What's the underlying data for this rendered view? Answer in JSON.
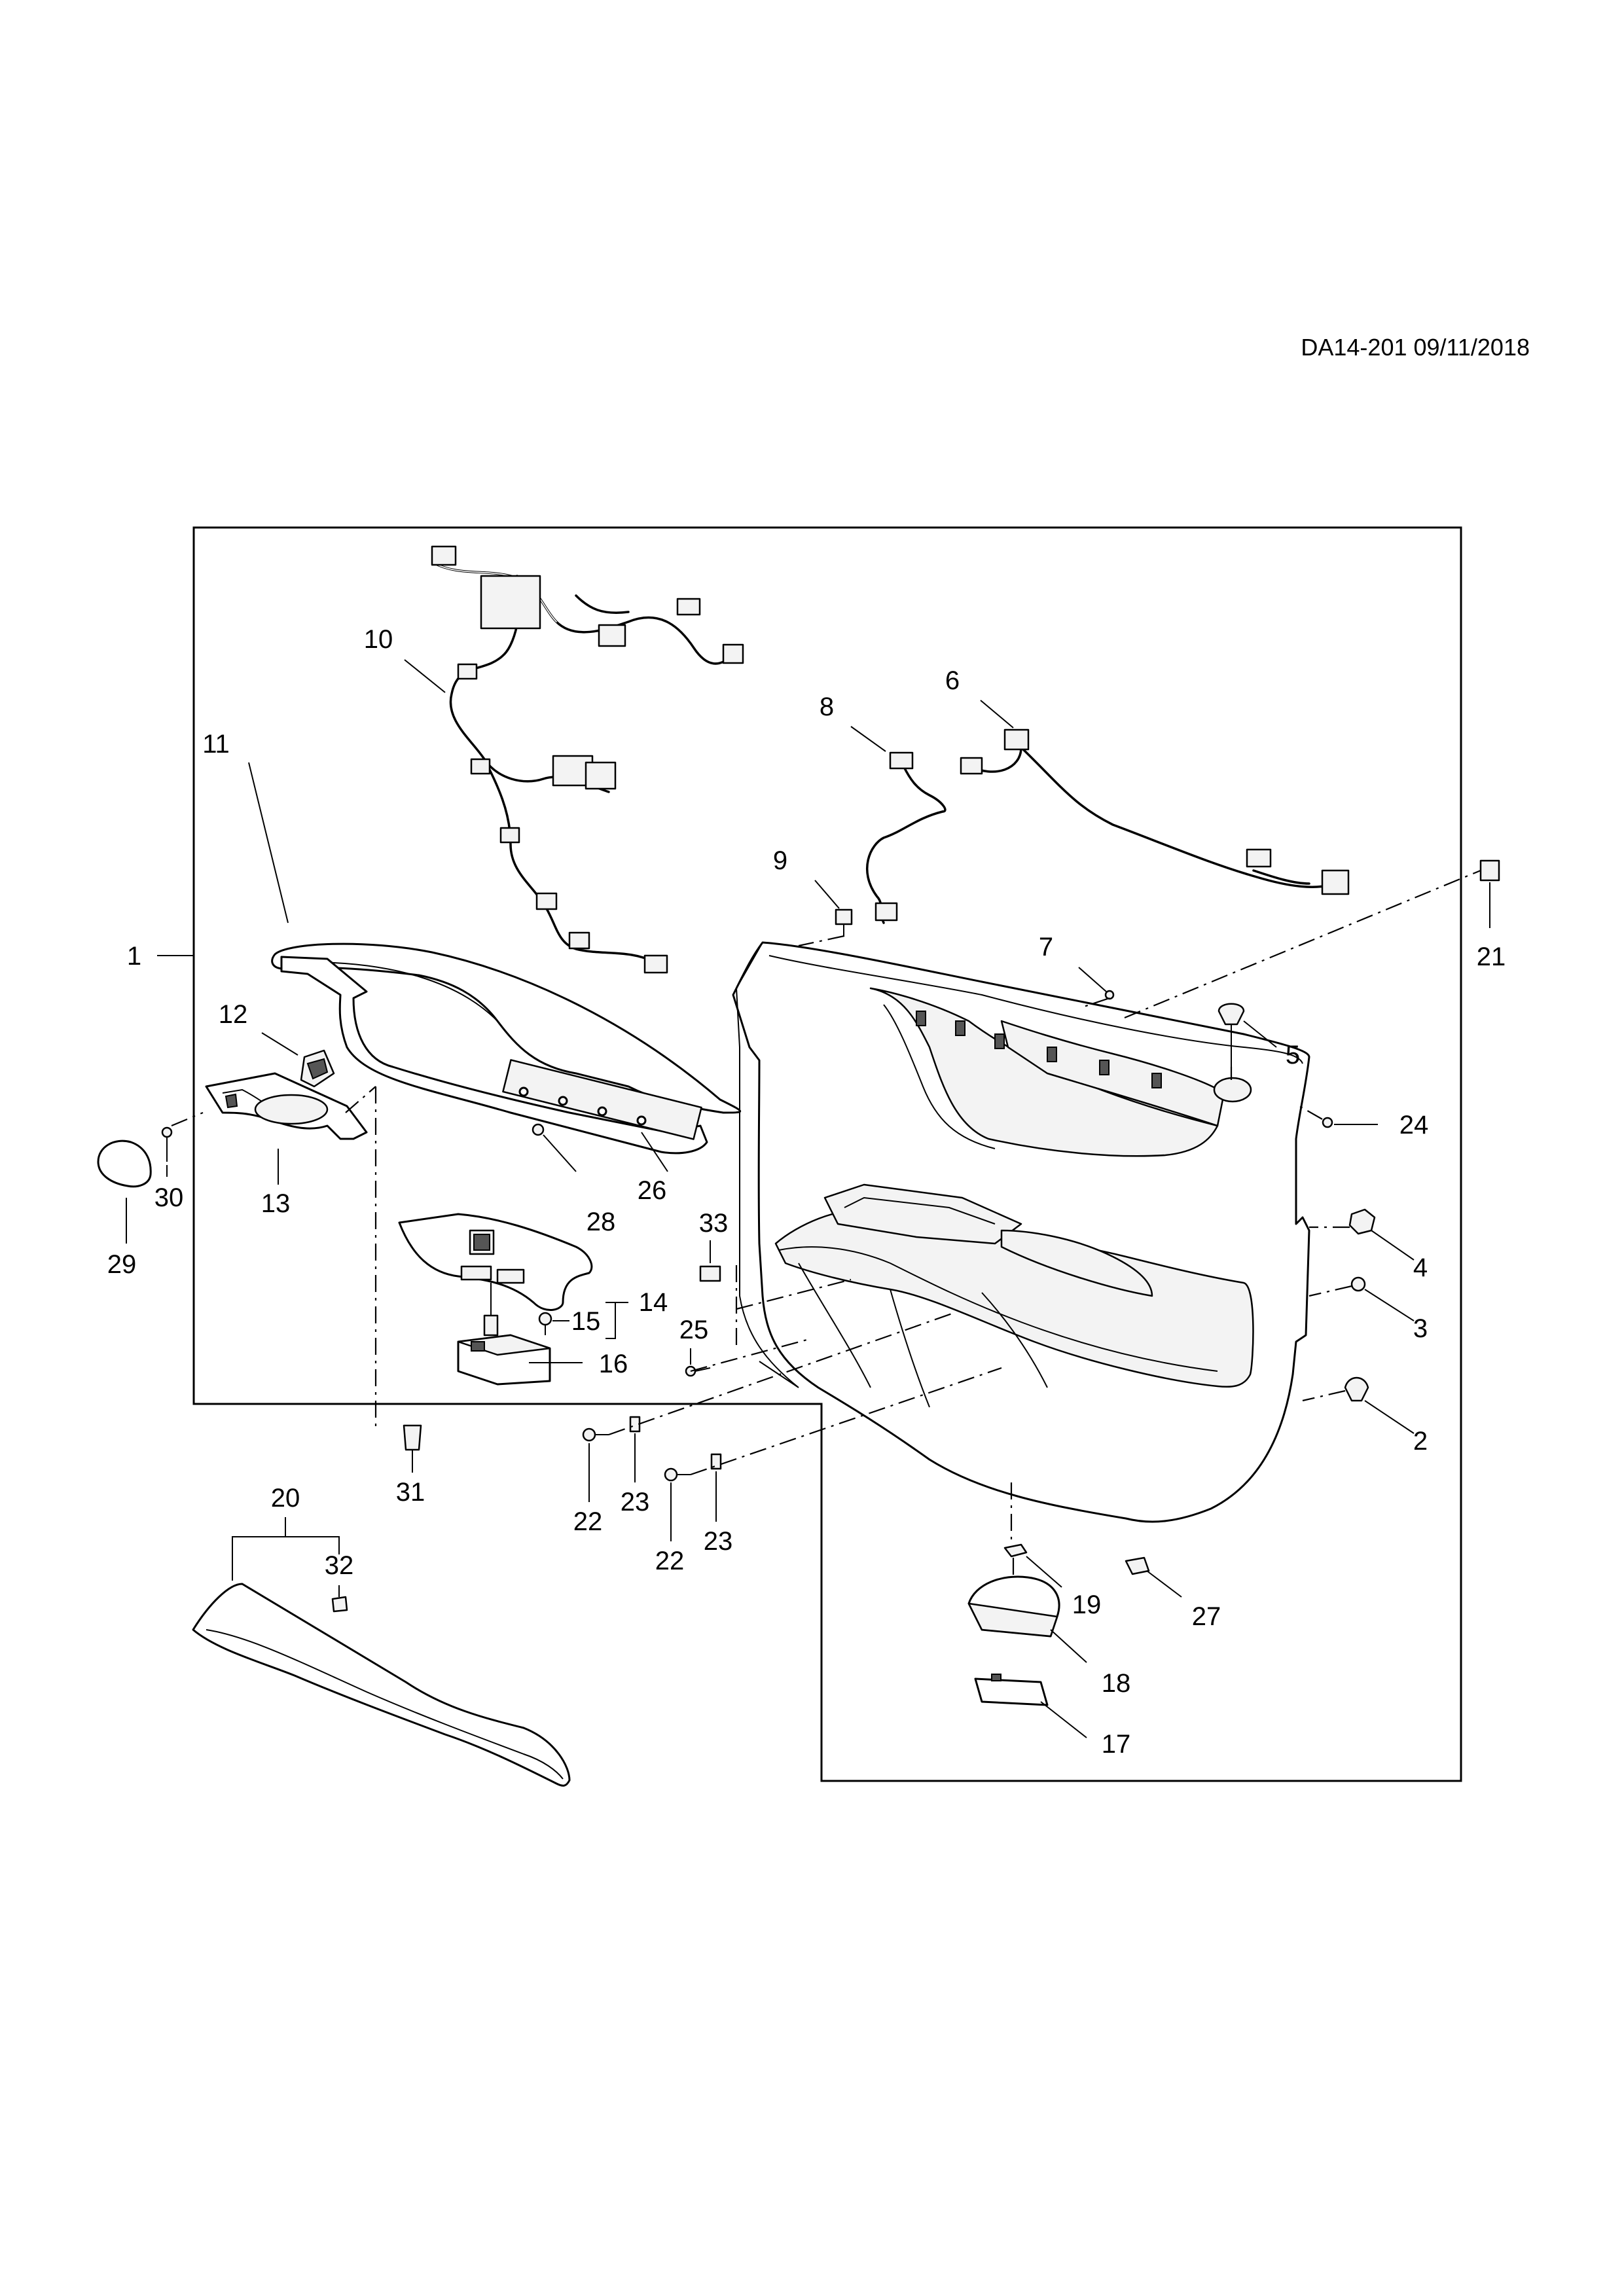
{
  "document_id": "DA14-201 09/11/2018",
  "parts": [
    "1",
    "2",
    "3",
    "4",
    "5",
    "6",
    "7",
    "8",
    "9",
    "10",
    "11",
    "12",
    "13",
    "14",
    "15",
    "16",
    "17",
    "18",
    "19",
    "20",
    "21",
    "22",
    "23",
    "22",
    "23",
    "24",
    "25",
    "26",
    "27",
    "28",
    "29",
    "30",
    "31",
    "32",
    "33"
  ]
}
